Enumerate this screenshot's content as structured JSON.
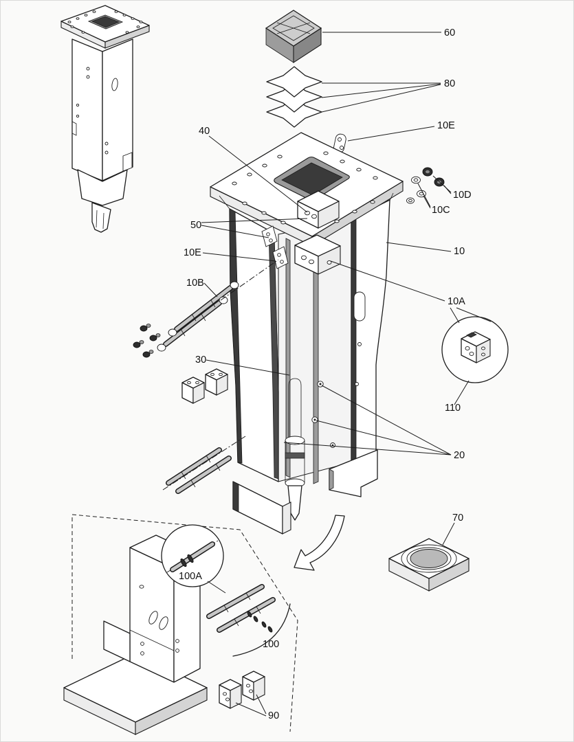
{
  "figure": {
    "kind": "exploded-parts-diagram",
    "background": "#fafaf9",
    "line_color": "#1c1c1c"
  },
  "callouts": {
    "c60": "60",
    "c80": "80",
    "c10e_top": "10E",
    "c40": "40",
    "c10d": "10D",
    "c10c": "10C",
    "c50": "50",
    "c10e_left": "10E",
    "c10": "10",
    "c10b": "10B",
    "c10a": "10A",
    "c30": "30",
    "c110": "110",
    "c20": "20",
    "c70": "70",
    "c100a": "100A",
    "c100": "100",
    "c90": "90"
  }
}
